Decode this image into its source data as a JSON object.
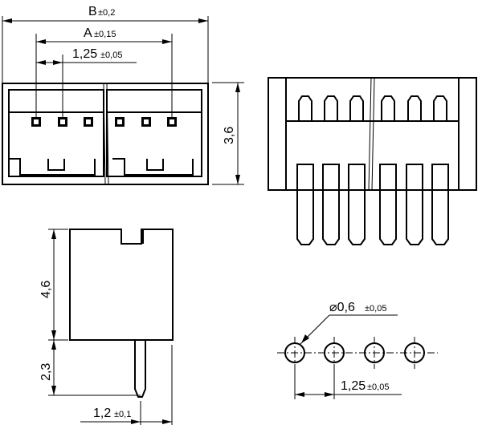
{
  "dimensions": {
    "b": {
      "main": "B",
      "tol": "±0,2"
    },
    "a": {
      "main": "A",
      "tol": "±0,15"
    },
    "pitch_top": {
      "main": "1,25",
      "tol": "±0,05"
    },
    "height_front": "3,6",
    "body_height": "4,6",
    "pin_length": "2,3",
    "pin_offset": {
      "main": "1,2",
      "tol": "±0,1"
    },
    "hole_diameter": {
      "main": "⌀0,6",
      "tol": "±0,05"
    },
    "pitch_holes": {
      "main": "1,25",
      "tol": "±0,05"
    }
  }
}
